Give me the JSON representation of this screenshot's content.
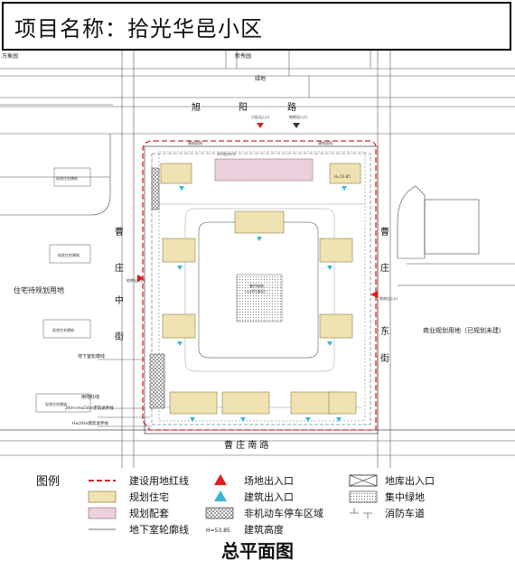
{
  "title": "项目名称：拾光华邑小区",
  "map": {
    "north_left": "万象园",
    "north_mid": "新秀园",
    "north_small": "绿地",
    "road_north": [
      "旭",
      "阳",
      "路"
    ],
    "road_west": [
      "曹",
      "庄",
      "中",
      "街"
    ],
    "road_east": [
      "曹",
      "庄",
      "东",
      "街"
    ],
    "road_south": "曹 庄 南 路",
    "west_land": "住宅待规划用地",
    "east_land": "商业规划用地（已规划未建）",
    "west_labels": [
      "用地红线",
      "24m<H≤54m建筑退界线",
      "H≤24m建筑退界线"
    ],
    "west_underground": "地下室轮廓线",
    "west_buildings": [
      "现状住宅建筑",
      "现状住宅建筑",
      "现状住宅建筑",
      "现状住宅建筑"
    ],
    "center": [
      "集中绿地",
      "(公共开放区)"
    ],
    "gates": [
      "小区出入口",
      "地库出入口",
      "地库出入口",
      "地库出入口"
    ],
    "tiny_labels": [
      "建筑退线",
      "建筑退线",
      "人行出入口",
      "H=53.85"
    ]
  },
  "legend": {
    "title": "图例",
    "items": [
      "建设用地红线",
      "场地出入口",
      "地库出入口",
      "规划住宅",
      "建筑出入口",
      "集中绿地",
      "规划配套",
      "非机动车停车区域",
      "消防车道",
      "地下室轮廓线",
      "建筑高度"
    ],
    "height_sample": "H=53.85"
  },
  "footer": "总平面图",
  "colors": {
    "redline": "#d8262b",
    "residential": "#f2e6b8",
    "facility": "#e8c9d8",
    "entrance_red": "#e21d1d",
    "entrance_cyan": "#39b6d8"
  }
}
